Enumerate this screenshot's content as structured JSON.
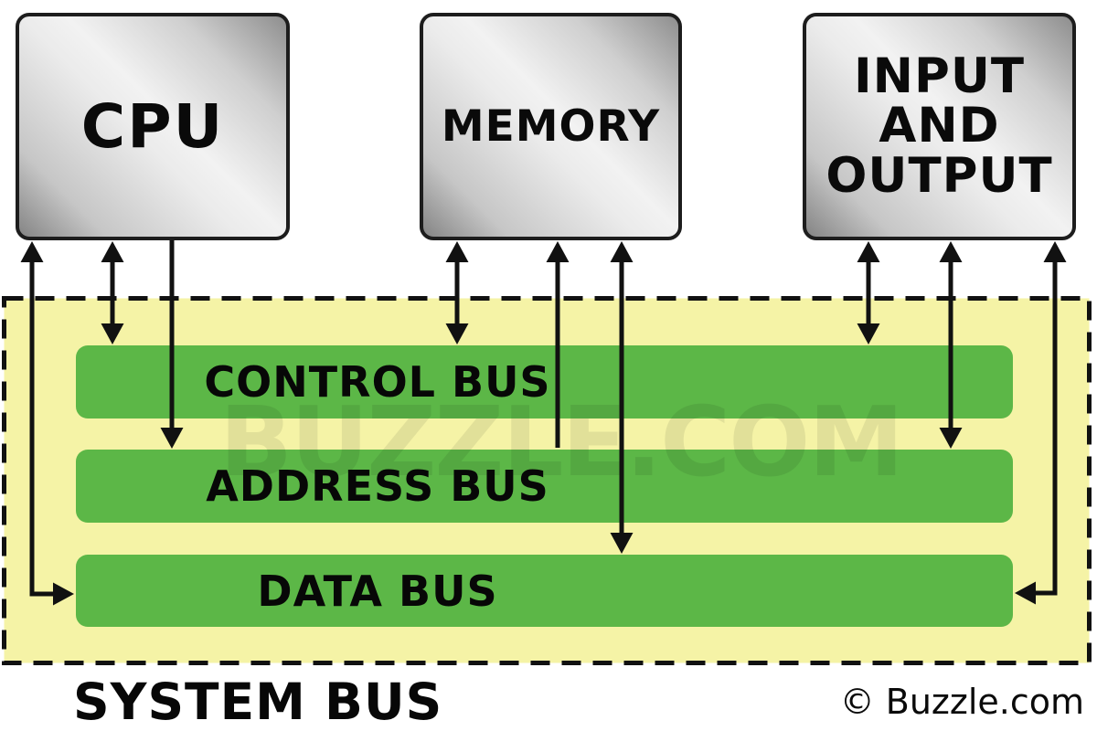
{
  "diagram": {
    "title": "SYSTEM BUS",
    "watermark": "BUZZLE.COM",
    "copyright": "© Buzzle.com",
    "components": {
      "cpu": {
        "label": "CPU"
      },
      "memory": {
        "label": "MEMORY"
      },
      "io": {
        "label": "INPUT AND OUTPUT",
        "lines": [
          "INPUT",
          "AND",
          "OUTPUT"
        ]
      }
    },
    "buses": {
      "control": {
        "label": "CONTROL BUS"
      },
      "address": {
        "label": "ADDRESS BUS"
      },
      "data": {
        "label": "DATA BUS"
      }
    },
    "connections": [
      {
        "from": "CPU",
        "to": "DATA BUS",
        "bidirectional": true
      },
      {
        "from": "CPU",
        "to": "CONTROL BUS",
        "bidirectional": true
      },
      {
        "from": "CPU",
        "to": "ADDRESS BUS",
        "bidirectional": false
      },
      {
        "from": "MEMORY",
        "to": "CONTROL BUS",
        "bidirectional": true
      },
      {
        "from": "ADDRESS BUS",
        "to": "MEMORY",
        "bidirectional": false
      },
      {
        "from": "MEMORY",
        "to": "DATA BUS",
        "bidirectional": true
      },
      {
        "from": "INPUT AND OUTPUT",
        "to": "CONTROL BUS",
        "bidirectional": true
      },
      {
        "from": "INPUT AND OUTPUT",
        "to": "ADDRESS BUS",
        "bidirectional": true
      },
      {
        "from": "INPUT AND OUTPUT",
        "to": "DATA BUS",
        "bidirectional": true
      }
    ],
    "colors": {
      "bus_bar_green": "#5cb747",
      "bus_area_yellow": "#f5f3a6",
      "line_black": "#111111",
      "box_border": "#1d1d1d"
    }
  }
}
